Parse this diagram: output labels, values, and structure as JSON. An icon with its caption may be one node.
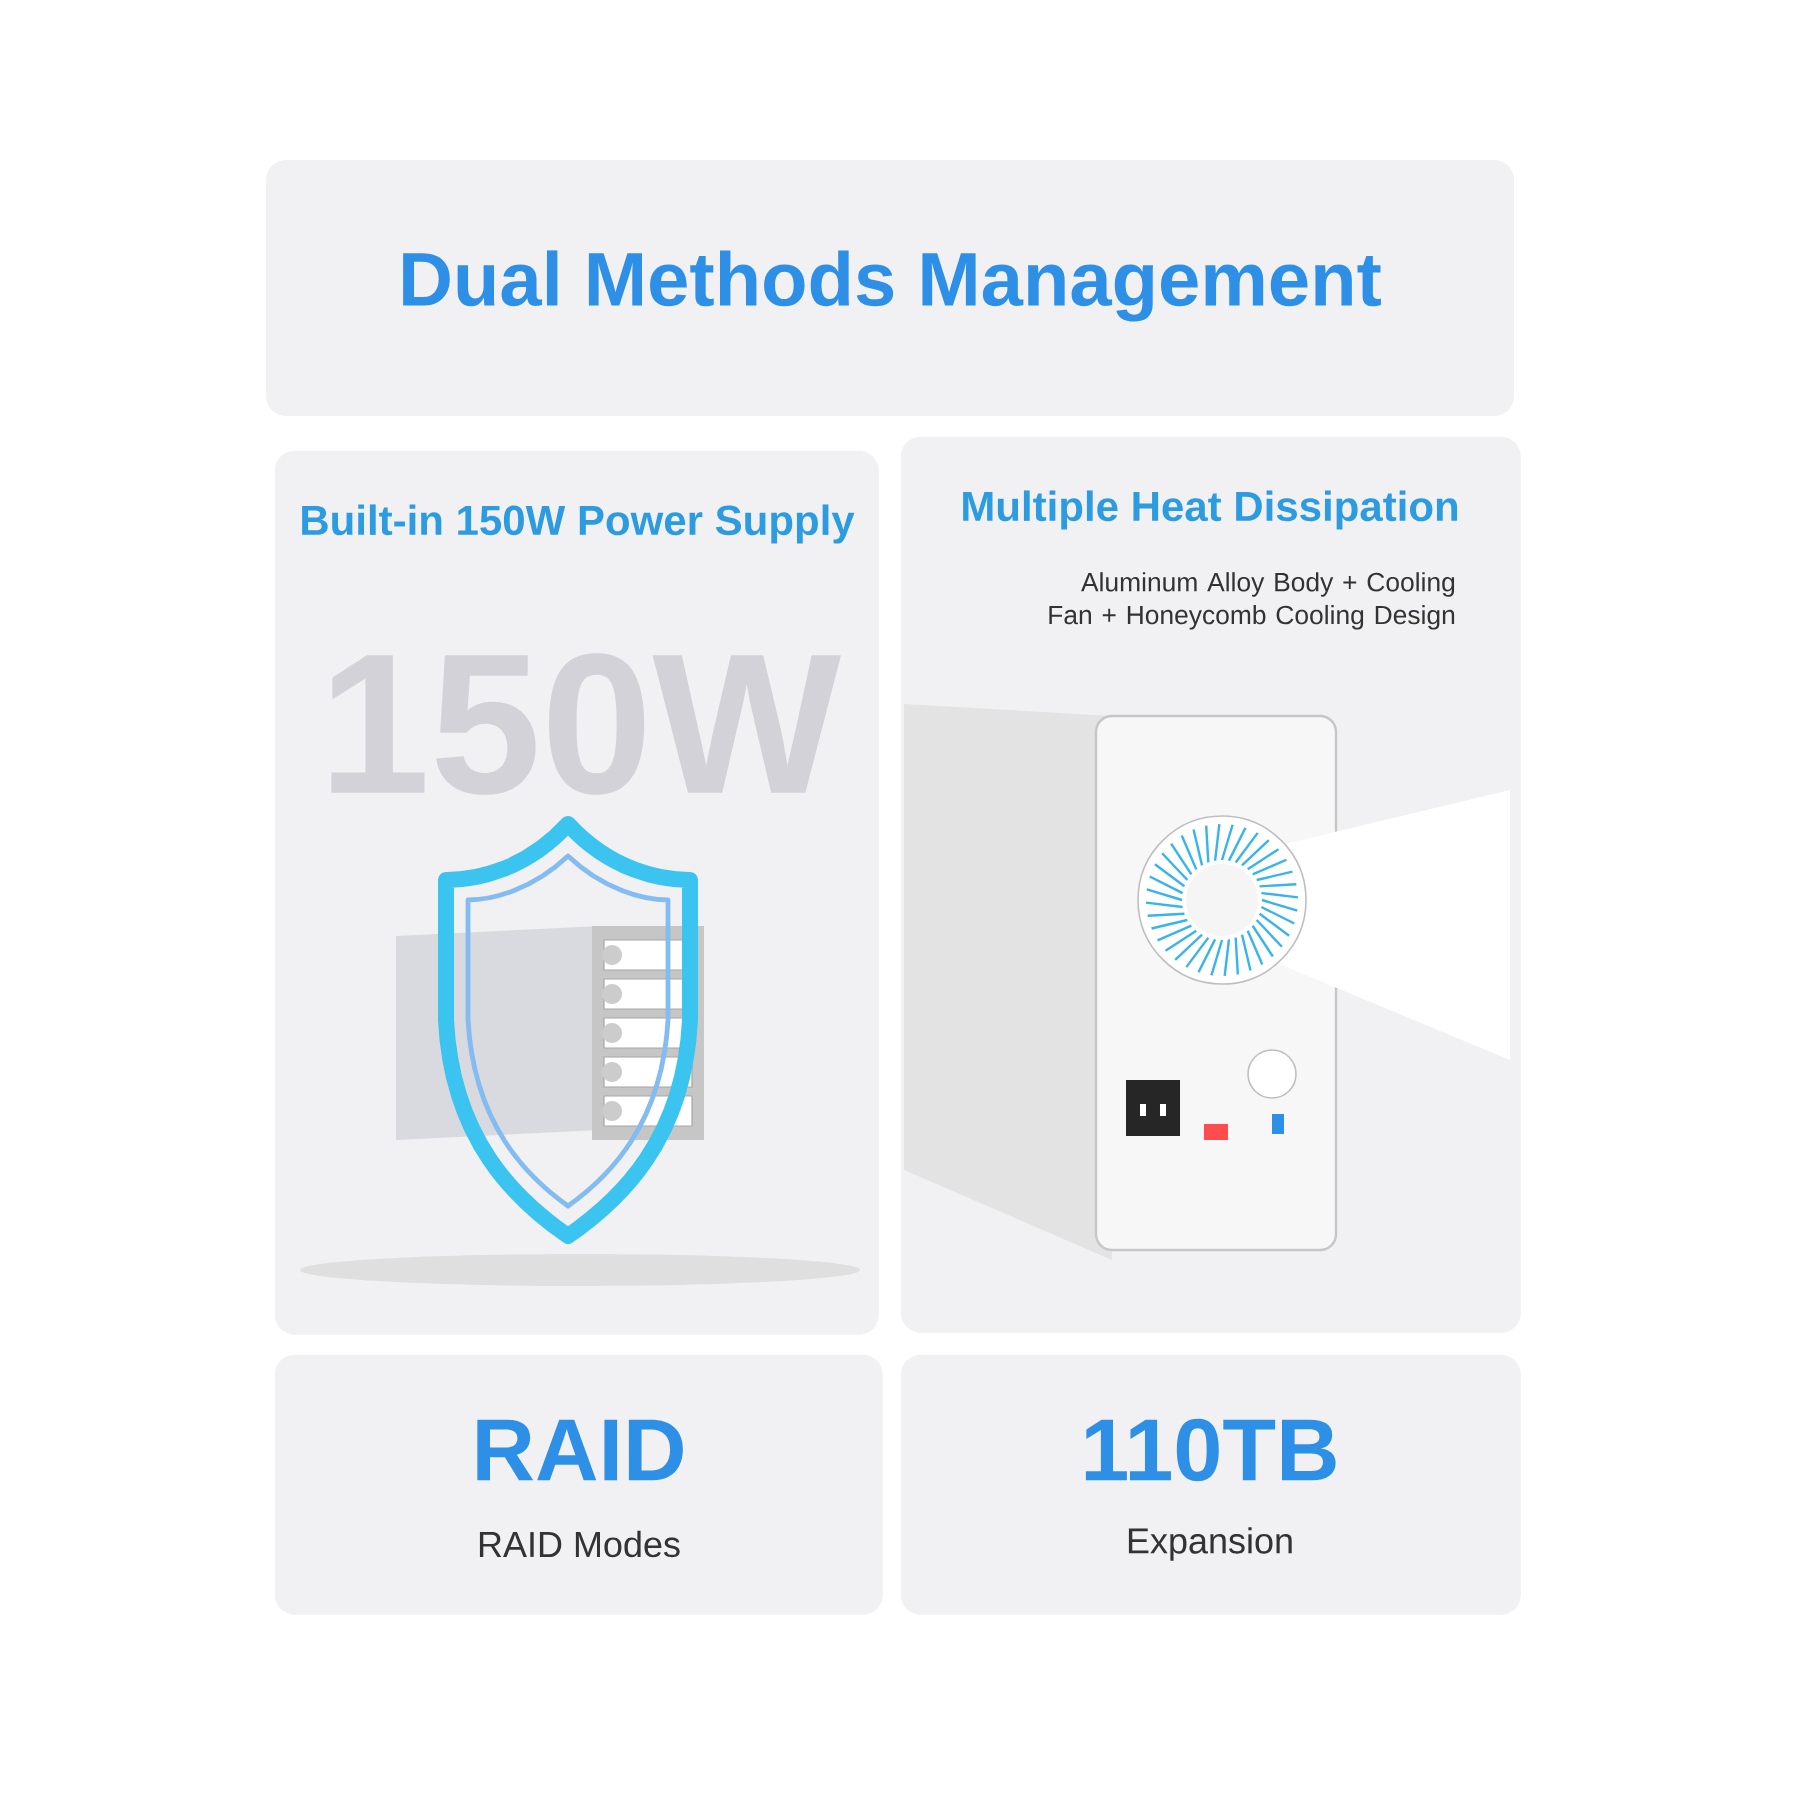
{
  "diagram": {
    "title": "Dual Methods Management",
    "nodes": [
      {
        "text": [
          "Built-in 150W Power Supply"
        ]
      },
      {
        "text": [
          "Multiple Heat Dissipation",
          "Aluminum Alloy Body + Cooling Fan + Honeycomb Cooling Design"
        ]
      },
      {
        "text": [
          "RAID",
          "RAID Modes"
        ]
      },
      {
        "text": [
          "110TB",
          "Expansion"
        ]
      }
    ],
    "labels": [
      "150W"
    ]
  }
}
